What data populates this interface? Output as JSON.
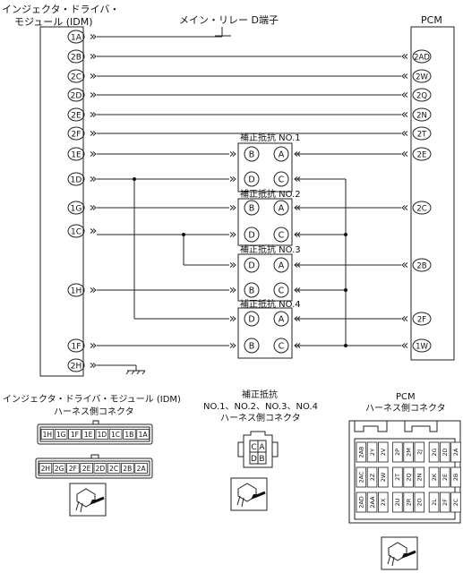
{
  "idm": {
    "title_line1": "インジェクタ・ドライバ・",
    "title_line2": "モジュール (IDM)",
    "pins": [
      "1A",
      "2B",
      "2C",
      "2D",
      "2E",
      "2F",
      "1E",
      "1D",
      "1G",
      "1C",
      "1H",
      "1F",
      "2H"
    ]
  },
  "pcm": {
    "title": "PCM",
    "pins": [
      "2AD",
      "2W",
      "2Q",
      "2N",
      "2T",
      "2E",
      "2C",
      "2B",
      "2F",
      "1W"
    ]
  },
  "main_relay": {
    "label": "メイン・リレー D端子"
  },
  "resistors": [
    {
      "label": "補正抵抗 NO.1",
      "left": [
        "B",
        "D"
      ],
      "right": [
        "A",
        "C"
      ]
    },
    {
      "label": "補正抵抗 NO.2",
      "left": [
        "B",
        "D"
      ],
      "right": [
        "A",
        "C"
      ]
    },
    {
      "label": "補正抵抗 NO.3",
      "left": [
        "D",
        "B"
      ],
      "right": [
        "A",
        "C"
      ]
    },
    {
      "label": "補正抵抗 NO.4",
      "left": [
        "D",
        "B"
      ],
      "right": [
        "A",
        "C"
      ]
    }
  ],
  "connectors": {
    "idm": {
      "title_line1": "インジェクタ・ドライバ・モジュール (IDM)",
      "title_line2": "ハーネス側コネクタ",
      "row1": [
        "1H",
        "1G",
        "1F",
        "1E",
        "1D",
        "1C",
        "1B",
        "1A"
      ],
      "row2": [
        "2H",
        "2G",
        "2F",
        "2E",
        "2D",
        "2C",
        "2B",
        "2A"
      ]
    },
    "resistor": {
      "title_line1": "補正抵抗",
      "title_line2": "NO.1、NO.2、NO.3、NO.4",
      "title_line3": "ハーネス側コネクタ",
      "pins": [
        "C",
        "A",
        "D",
        "B"
      ]
    },
    "pcm": {
      "title_line1": "PCM",
      "title_line2": "ハーネス側コネクタ",
      "row1": [
        "2AB",
        "2Y",
        "2V",
        "2P",
        "2M",
        "2J",
        "2G",
        "2D",
        "2A"
      ],
      "row2": [
        "2AC",
        "2Z",
        "2W",
        "2T",
        "2Q",
        "2N",
        "2K",
        "2E",
        "2B"
      ],
      "row3": [
        "2AD",
        "2AA",
        "2X",
        "2U",
        "2R",
        "2O",
        "2L",
        "2F",
        "2C"
      ]
    }
  }
}
